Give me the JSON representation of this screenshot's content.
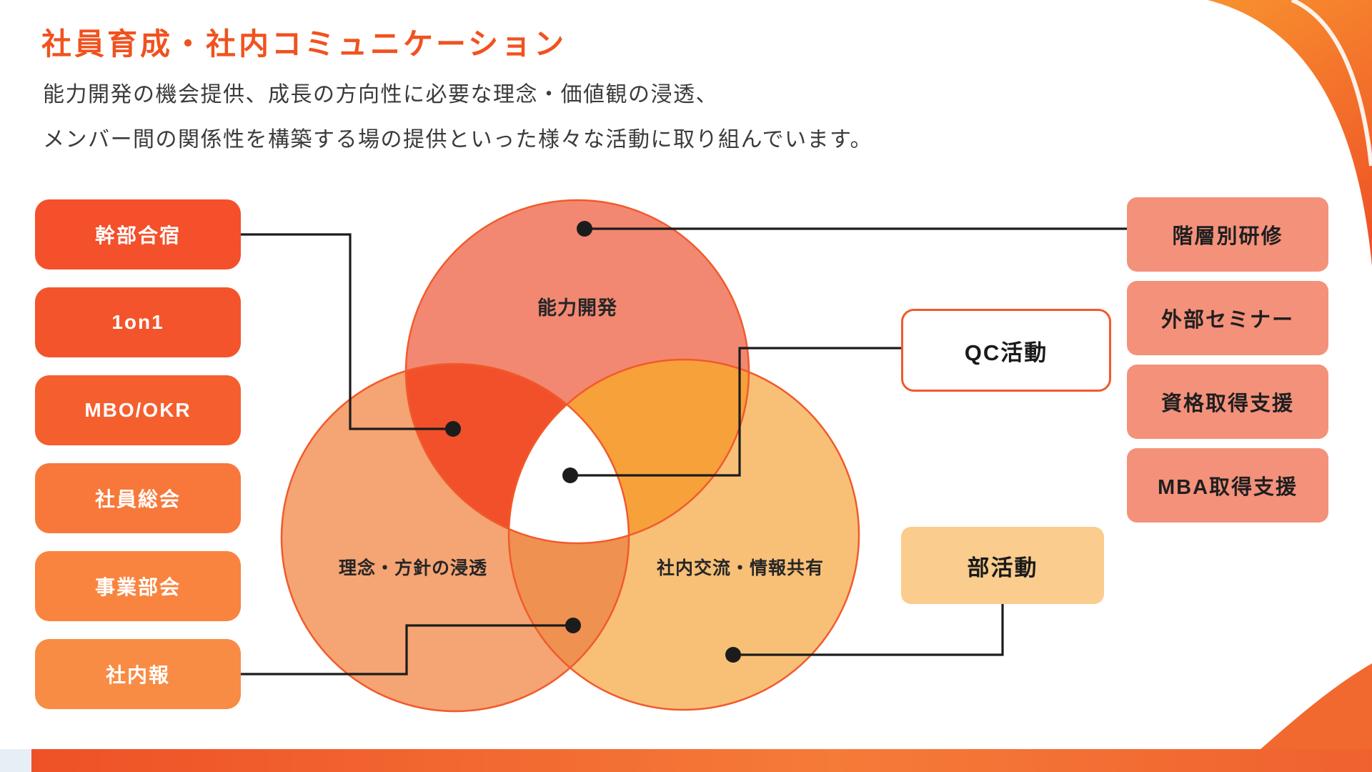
{
  "page": {
    "title": "社員育成・社内コミュニケーション",
    "description_lines": [
      "能力開発の機会提供、成長の方向性に必要な理念・価値観の浸透、",
      "メンバー間の関係性を構築する場の提供といった様々な活動に取り組んでいます。"
    ]
  },
  "venn": {
    "type": "venn",
    "sets": [
      {
        "label": "能力開発",
        "color": "#F28872"
      },
      {
        "label": "理念・方針の浸透",
        "color": "#F5A473"
      },
      {
        "label": "社内交流・情報共有",
        "color": "#F8C077"
      }
    ],
    "overlap_colors": {
      "top_left": "#F1502B",
      "top_right": "#F7A13B",
      "left_right": "#EF9150",
      "center": "#FFFFFF"
    },
    "outline_color": "#F15A2B"
  },
  "left_buttons": [
    {
      "label": "幹部合宿",
      "color": "#F4502B"
    },
    {
      "label": "1on1",
      "color": "#F4542B"
    },
    {
      "label": "MBO/OKR",
      "color": "#F55F2E"
    },
    {
      "label": "社員総会",
      "color": "#F7783A"
    },
    {
      "label": "事業部会",
      "color": "#F8843F"
    },
    {
      "label": "社内報",
      "color": "#F88C44"
    }
  ],
  "right_buttons": [
    {
      "label": "階層別研修",
      "color": "#F4917B"
    },
    {
      "label": "外部セミナー",
      "color": "#F4917B"
    },
    {
      "label": "資格取得支援",
      "color": "#F4917B"
    },
    {
      "label": "MBA取得支援",
      "color": "#F4917B"
    }
  ],
  "boxes": {
    "qc": {
      "label": "QC活動",
      "style": "white with orange border"
    },
    "club": {
      "label": "部活動",
      "color": "#FACC8E"
    }
  },
  "connections": [
    {
      "from": "幹部合宿",
      "to": "能力開発 ∩ 理念・方針の浸透"
    },
    {
      "from": "階層別研修",
      "to": "能力開発"
    },
    {
      "from": "QC活動",
      "to": "能力開発 ∩ 理念・方針の浸透 ∩ 社内交流・情報共有"
    },
    {
      "from": "社内報",
      "to": "理念・方針の浸透 ∩ 社内交流・情報共有"
    },
    {
      "from": "部活動",
      "to": "社内交流・情報共有"
    }
  ],
  "colors": {
    "accent": "#F0521F",
    "body_text": "#3b3b3b",
    "connector": "#1c1c1c",
    "bottom_bar": "#EE5126"
  }
}
